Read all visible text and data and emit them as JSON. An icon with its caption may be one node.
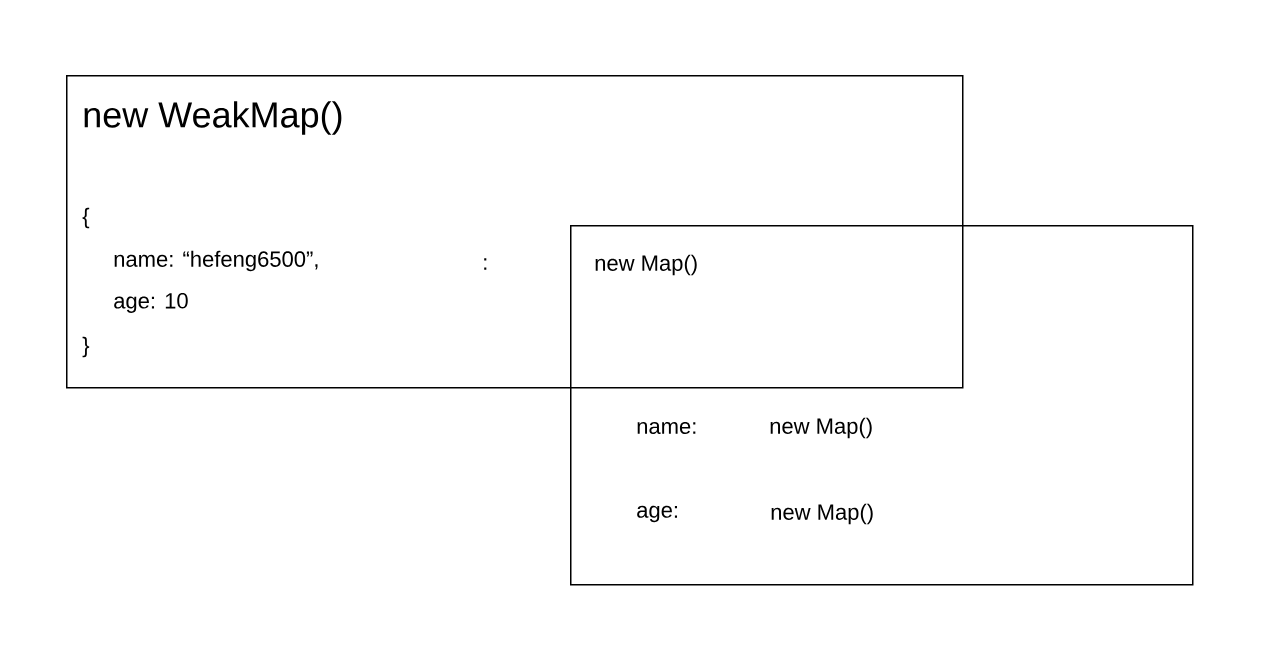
{
  "diagram": {
    "nodes": [
      {
        "text": [
          "new WeakMap()",
          "{",
          "name: “hefeng6500”,",
          ":",
          "age: 10",
          "}"
        ]
      },
      {
        "text": [
          "new Map()",
          "name:",
          "new Map()",
          "age:",
          "new Map()"
        ]
      }
    ],
    "edges": []
  }
}
